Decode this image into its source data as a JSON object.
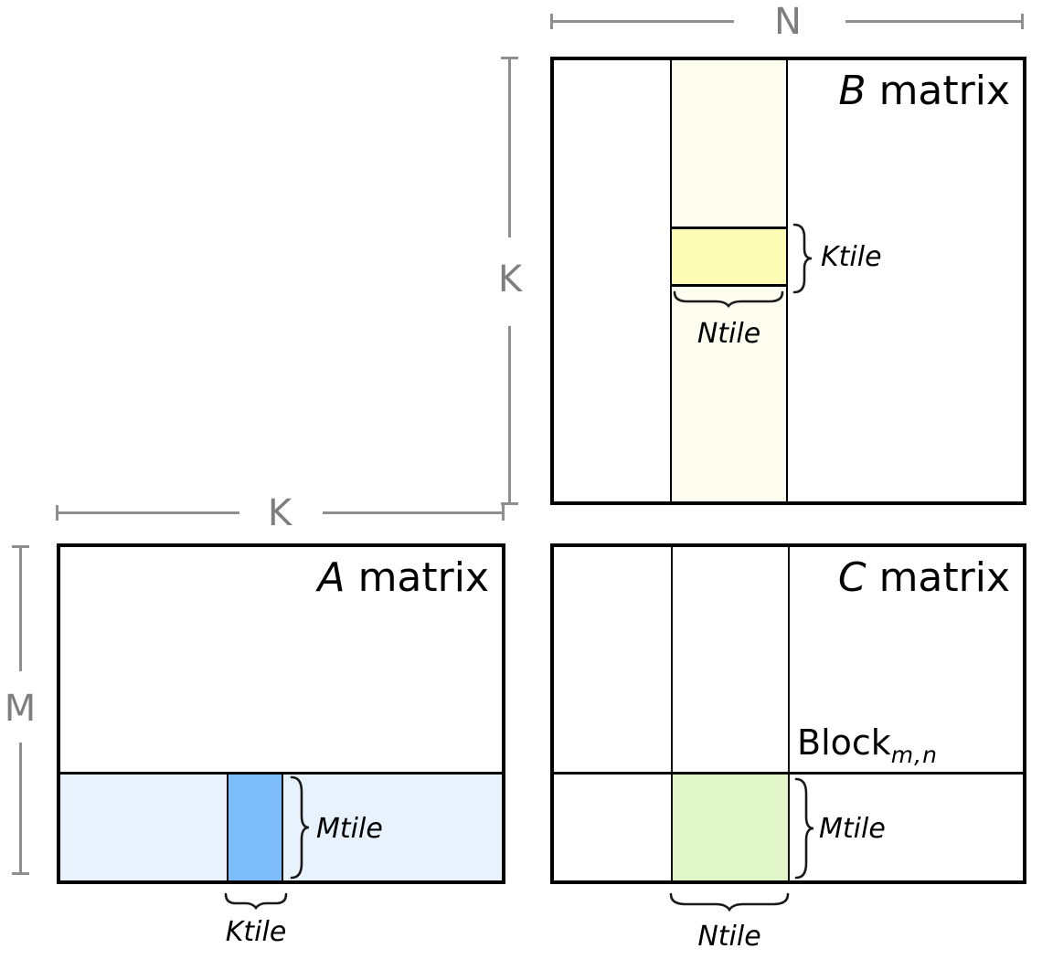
{
  "dims": {
    "n": "N",
    "k_vertical": "K",
    "k_horizontal": "K",
    "m": "M"
  },
  "b_matrix": {
    "title_letter": "B",
    "title_rest": " matrix",
    "ktile_label": "Ktile",
    "ntile_label": "Ntile"
  },
  "a_matrix": {
    "title_letter": "A",
    "title_rest": " matrix",
    "mtile_label": "Mtile",
    "ktile_label": "Ktile"
  },
  "c_matrix": {
    "title_letter": "C",
    "title_rest": " matrix",
    "block_label": "Block",
    "block_subscript": "m,n",
    "mtile_label": "Mtile",
    "ntile_label": "Ntile"
  },
  "colors": {
    "tile-yellow": "#fcfcb4",
    "strip-ivory": "#fdfdf0",
    "tile-blue": "#7ebdfb",
    "strip-blue": "#e8f2fd",
    "tile-green": "#e0f6c9",
    "dim-gray": "#8f8f8f"
  }
}
